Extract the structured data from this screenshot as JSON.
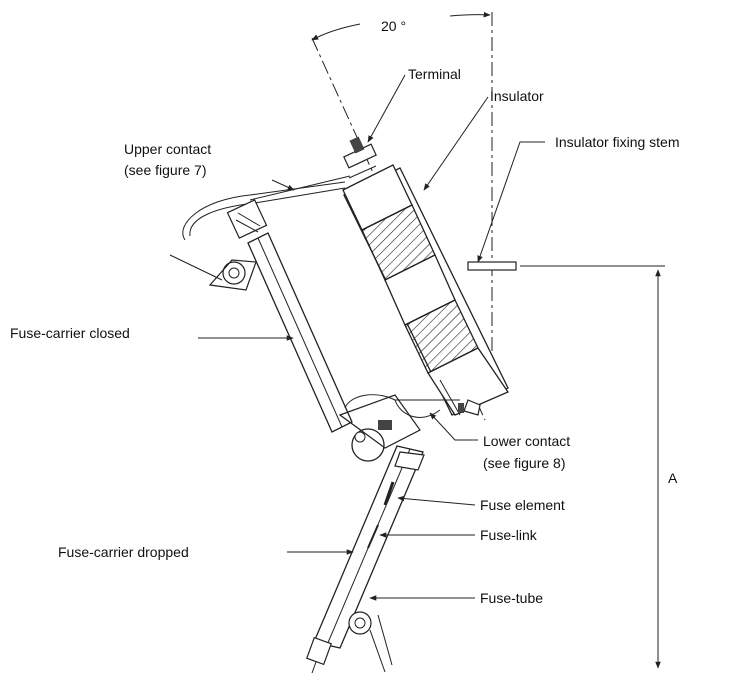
{
  "labels": {
    "angle": "20 °",
    "terminal": "Terminal",
    "insulator": "Insulator",
    "insulator_fixing_stem": "Insulator fixing stem",
    "upper_contact_line1": "Upper contact",
    "upper_contact_line2": "(see figure 7)",
    "fuse_carrier_closed": "Fuse-carrier closed",
    "lower_contact_line1": "Lower contact",
    "lower_contact_line2": "(see figure 8)",
    "fuse_element": "Fuse element",
    "fuse_link": "Fuse-link",
    "fuse_carrier_dropped": "Fuse-carrier dropped",
    "fuse_tube": "Fuse-tube",
    "dimension_a": "A"
  },
  "colors": {
    "line": "#222222",
    "text": "#111111",
    "background": "#ffffff"
  }
}
